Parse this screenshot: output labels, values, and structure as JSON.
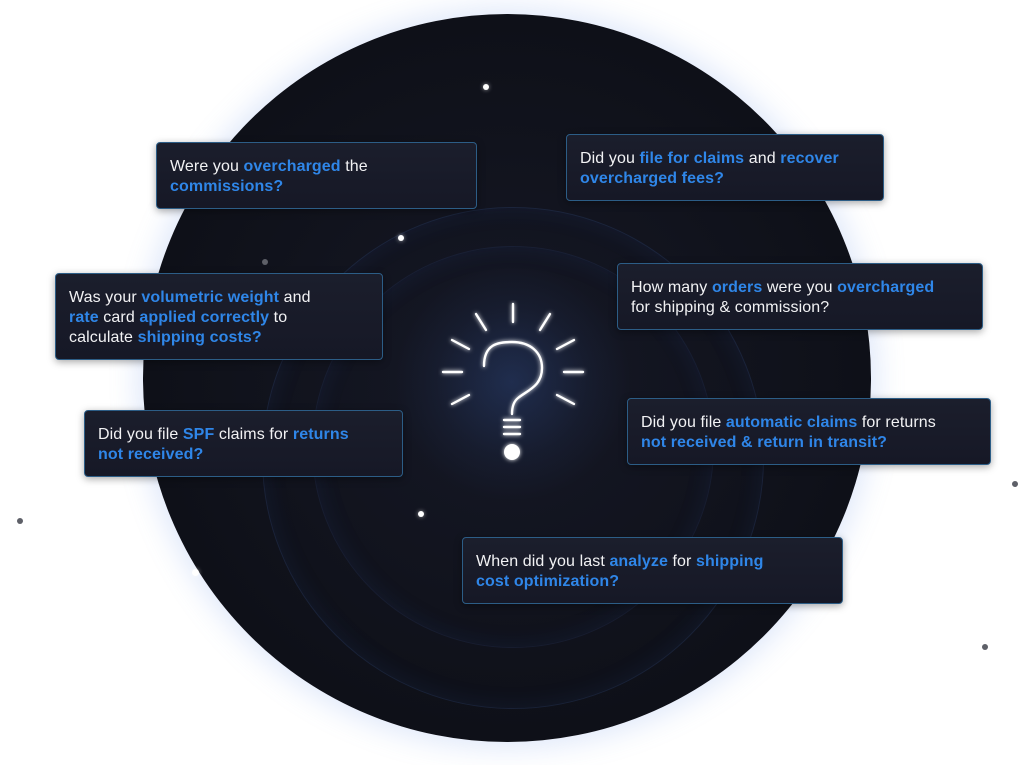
{
  "colors": {
    "background": "#ffffff",
    "circle": "#11131d",
    "card_border": "#2c5d86",
    "highlight": "#2f86e8",
    "text": "#f2f2f4"
  },
  "center_icon": "lightbulb-question-icon",
  "cards": {
    "commissions": {
      "parts": [
        {
          "t": "Were you ",
          "hl": false
        },
        {
          "t": "overcharged",
          "hl": true
        },
        {
          "t": " the ",
          "hl": false
        },
        {
          "br": true
        },
        {
          "t": "commissions?",
          "hl": true
        }
      ]
    },
    "claims": {
      "parts": [
        {
          "t": "Did you ",
          "hl": false
        },
        {
          "t": "file for claims",
          "hl": true
        },
        {
          "t": " and ",
          "hl": false
        },
        {
          "t": "recover",
          "hl": true
        },
        {
          "br": true
        },
        {
          "t": "overcharged fees?",
          "hl": true
        }
      ]
    },
    "volumetric": {
      "parts": [
        {
          "t": "Was your ",
          "hl": false
        },
        {
          "t": "volumetric weight",
          "hl": true
        },
        {
          "t": " and",
          "hl": false
        },
        {
          "br": true
        },
        {
          "t": "rate",
          "hl": true
        },
        {
          "t": " card ",
          "hl": false
        },
        {
          "t": "applied correctly",
          "hl": true
        },
        {
          "t": " to",
          "hl": false
        },
        {
          "br": true
        },
        {
          "t": "calculate ",
          "hl": false
        },
        {
          "t": "shipping costs?",
          "hl": true
        }
      ]
    },
    "orders": {
      "parts": [
        {
          "t": "How many ",
          "hl": false
        },
        {
          "t": "orders",
          "hl": true
        },
        {
          "t": " were you ",
          "hl": false
        },
        {
          "t": "overcharged",
          "hl": true
        },
        {
          "br": true
        },
        {
          "t": "for shipping & commission?",
          "hl": false
        }
      ]
    },
    "spf": {
      "parts": [
        {
          "t": "Did you file ",
          "hl": false
        },
        {
          "t": "SPF",
          "hl": true
        },
        {
          "t": " claims for ",
          "hl": false
        },
        {
          "t": "returns",
          "hl": true
        },
        {
          "br": true
        },
        {
          "t": "not received?",
          "hl": true
        }
      ]
    },
    "automatic": {
      "parts": [
        {
          "t": "Did you file ",
          "hl": false
        },
        {
          "t": "automatic claims",
          "hl": true
        },
        {
          "t": " for returns",
          "hl": false
        },
        {
          "br": true
        },
        {
          "t": "not received & return in transit?",
          "hl": true
        }
      ]
    },
    "optimization": {
      "parts": [
        {
          "t": "When did you last ",
          "hl": false
        },
        {
          "t": "analyze",
          "hl": true
        },
        {
          "t": " for ",
          "hl": false
        },
        {
          "t": "shipping",
          "hl": true
        },
        {
          "br": true
        },
        {
          "t": "cost optimization?",
          "hl": true
        }
      ]
    }
  }
}
